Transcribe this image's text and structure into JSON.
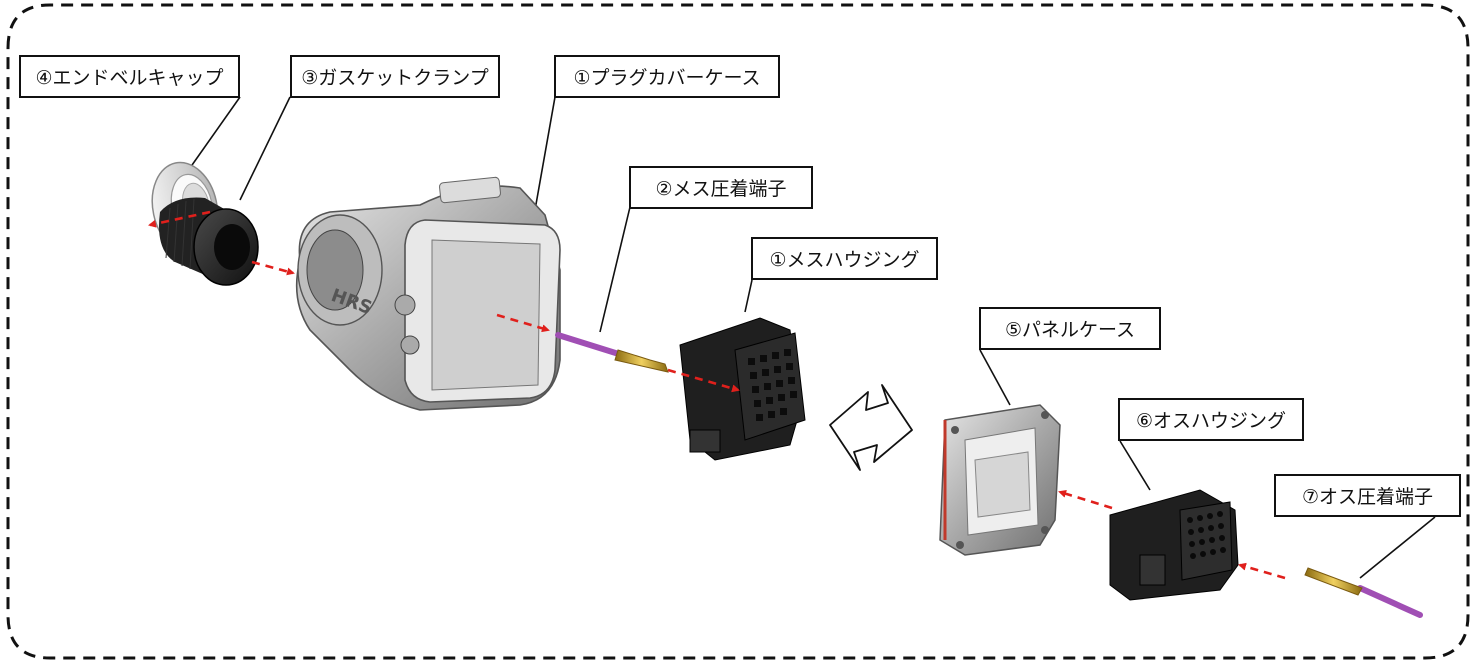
{
  "labels": {
    "end_bell_cap": "④エンドベルキャップ",
    "gasket_clamp": "③ガスケットクランプ",
    "plug_cover_case": "①プラグカバーケース",
    "female_crimp_terminal": "②メス圧着端子",
    "female_housing": "①メスハウジング",
    "panel_case": "⑤パネルケース",
    "male_housing": "⑥オスハウジング",
    "male_crimp_terminal": "⑦オス圧着端子"
  },
  "colors": {
    "arrow": "#e0201c",
    "wire": "#a04fb4",
    "pin": "#c8a020",
    "frame": "#111111",
    "housing": "#1c1c1c",
    "metal": "#9a9a9a",
    "seal": "#c0392b"
  },
  "icons": {
    "mating_arrow": "double-headed-arrow-icon"
  }
}
